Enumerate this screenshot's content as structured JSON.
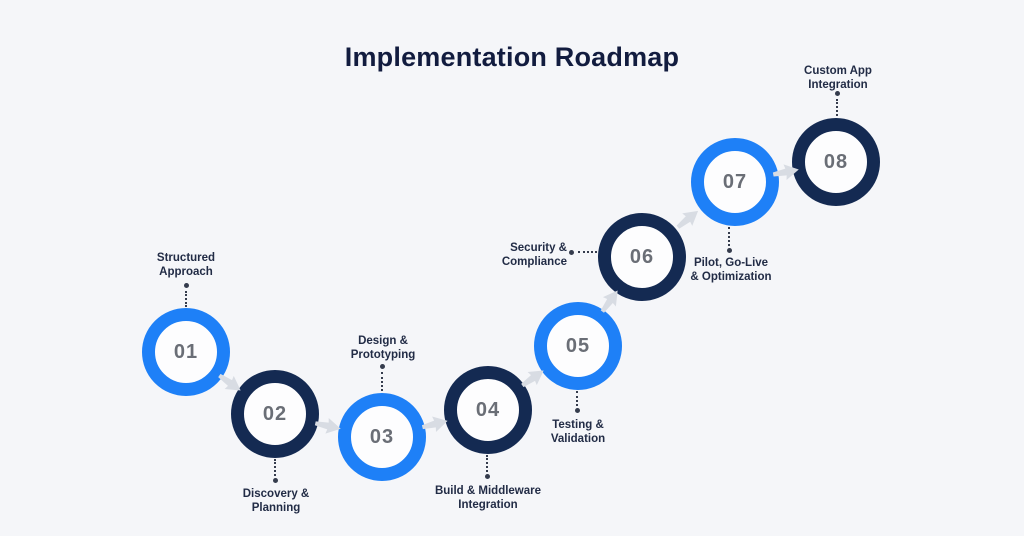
{
  "title": "Implementation Roadmap",
  "colors": {
    "blue": "#1e80f7",
    "navy": "#142a52",
    "background": "#f5f6f9",
    "inner": "#fdfdfe",
    "arrow": "#d8dce3",
    "number": "#6a6e76",
    "label": "#222c46",
    "title": "#121c3f",
    "dot": "#353c4d"
  },
  "icons": {
    "connector_arrow": "right-arrow-icon"
  },
  "steps": [
    {
      "number": "01",
      "color": "blue",
      "label_position": "above",
      "label_lines": [
        "Structured",
        "Approach"
      ]
    },
    {
      "number": "02",
      "color": "navy",
      "label_position": "below",
      "label_lines": [
        "Discovery &",
        "Planning"
      ]
    },
    {
      "number": "03",
      "color": "blue",
      "label_position": "above",
      "label_lines": [
        "Design &",
        "Prototyping"
      ]
    },
    {
      "number": "04",
      "color": "navy",
      "label_position": "below",
      "label_lines": [
        "Build & Middleware",
        "Integration"
      ]
    },
    {
      "number": "05",
      "color": "blue",
      "label_position": "below",
      "label_lines": [
        "Testing &",
        "Validation"
      ]
    },
    {
      "number": "06",
      "color": "navy",
      "label_position": "left",
      "label_lines": [
        "Security &",
        "Compliance"
      ]
    },
    {
      "number": "07",
      "color": "blue",
      "label_position": "below",
      "label_lines": [
        "Pilot, Go-Live",
        "& Optimization"
      ]
    },
    {
      "number": "08",
      "color": "navy",
      "label_position": "above",
      "label_lines": [
        "Custom App",
        "Integration"
      ]
    }
  ]
}
